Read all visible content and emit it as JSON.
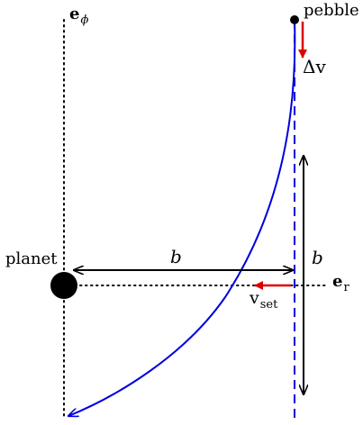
{
  "labels": {
    "e_phi_base": "e",
    "e_phi_sub": "ϕ",
    "pebble": "pebble",
    "delta_v": "Δv",
    "b_horizontal": "b",
    "b_vertical": "b",
    "planet": "planet",
    "e_r_base": "e",
    "e_r_sub": "r",
    "v_set_base": "v",
    "v_set_sub": "set"
  },
  "colors": {
    "trajectory": "#0000dd",
    "arrow_red": "#dd0000",
    "ink": "#000000"
  },
  "icons": {
    "planet": "filled-circle",
    "pebble": "small-filled-circle"
  }
}
